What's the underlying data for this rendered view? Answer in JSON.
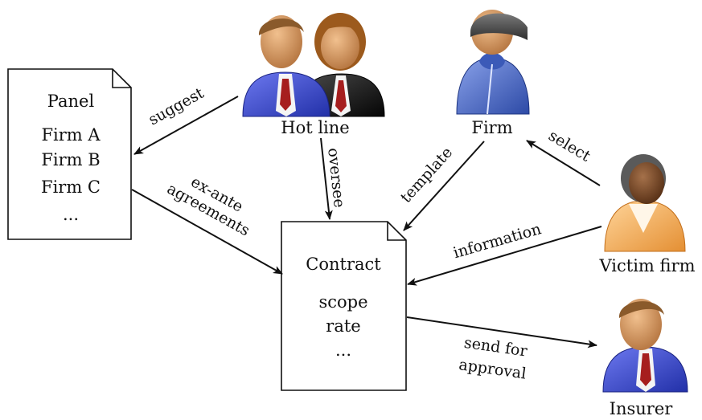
{
  "panel_doc": {
    "title": "Panel",
    "lines": [
      "Firm A",
      "Firm B",
      "Firm C",
      "..."
    ]
  },
  "contract_doc": {
    "title": "Contract",
    "lines": [
      "scope",
      "rate",
      "..."
    ]
  },
  "actors": {
    "hotline": "Hot line",
    "firm": "Firm",
    "victim": "Victim firm",
    "insurer": "Insurer"
  },
  "edges": {
    "suggest": "suggest",
    "oversee": "oversee",
    "template": "template",
    "select": "select",
    "exante_1": "ex-ante",
    "exante_2": "agreements",
    "information": "information",
    "send_1": "send for",
    "send_2": "approval"
  },
  "colors": {
    "suit_blue": "#3f4fd6",
    "suit_black": "#1b1b1b",
    "tie_red": "#a61e1e",
    "skin": "#d79a62",
    "hair_brown": "#8a5a2b",
    "hair_auburn": "#9c5a1d",
    "coat_blue": "#5573c9",
    "beanie": "#4a4a4a",
    "jacket_orange": "#f5b062",
    "skin_dark": "#7a4a2b",
    "hair_gray": "#5a5a5a"
  }
}
